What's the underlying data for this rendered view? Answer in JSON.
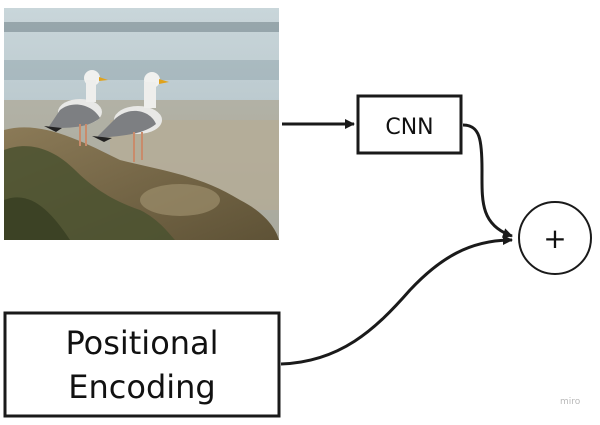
{
  "diagram": {
    "image": {
      "description_alt": "seagulls",
      "colors": {
        "sky": "#bfcfd6",
        "water": "#9fb1b8",
        "rock": "#7c6a4a",
        "moss": "#4b5230",
        "bird_body": "#e8e8e6",
        "bird_wing": "#7d7f82",
        "beak": "#e0a21c"
      }
    },
    "cnn_label": "CNN",
    "positional_encoding_line1": "Positional",
    "positional_encoding_line2": "Encoding",
    "sum_symbol": "+",
    "watermark": "miro",
    "stroke_color": "#1a1a1a",
    "watermark_color": "#b9b9b9"
  }
}
